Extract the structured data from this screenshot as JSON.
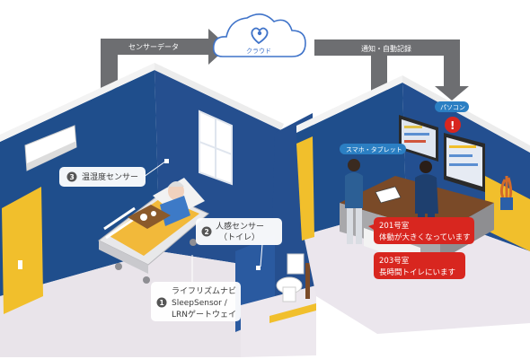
{
  "cloud": {
    "label": "クラウド"
  },
  "flows": {
    "sensor_data": "センサーデータ",
    "notify_record": "通知・自動記録"
  },
  "devices": {
    "pc_tag": "パソコン",
    "phone_tag": "スマホ・タブレット"
  },
  "callouts": [
    {
      "num": "3",
      "text": "温湿度センサー"
    },
    {
      "num": "2",
      "line1": "人感センサー",
      "line2": "（トイレ）"
    },
    {
      "num": "1",
      "line1": "ライフリズムナビ",
      "line2": "SleepSensor /",
      "line3": "LRNゲートウェイ"
    }
  ],
  "alerts": [
    {
      "line1": "201号室",
      "line2": "体動が大きくなっています"
    },
    {
      "line1": "203号室",
      "line2": "長時間トイレにいます"
    }
  ],
  "alert_icon": "!",
  "colors": {
    "wall_blue": "#1f4e8c",
    "floor": "#e9e4ea",
    "accent_yellow": "#f1bf2c",
    "arrow_gray": "#6d6e71",
    "tag_blue": "#2b7fc3",
    "alert_red": "#d8261f",
    "cloud_line": "#3f73c9"
  }
}
